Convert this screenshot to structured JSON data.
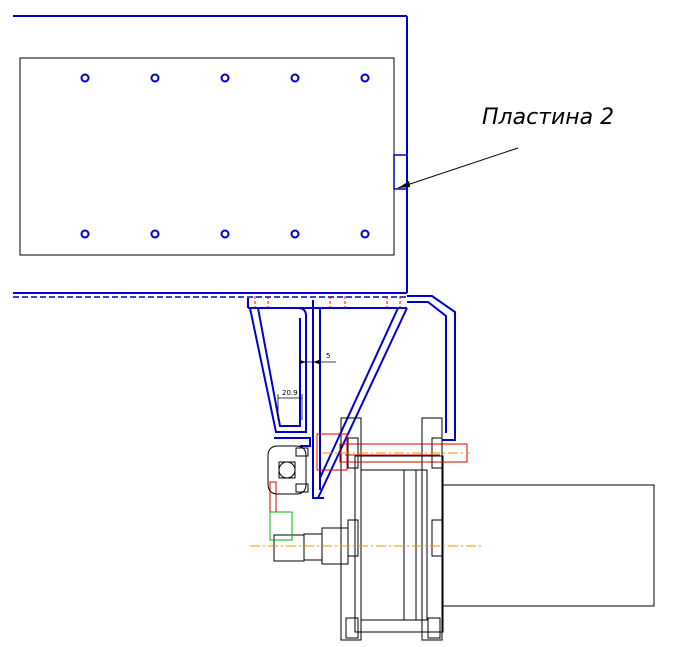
{
  "callout": {
    "label": "Пластина 2"
  },
  "dimensions": {
    "gap": "5",
    "width": "20.9"
  },
  "colors": {
    "outline": "#0000cc",
    "detail": "#000000",
    "highlight": "#e00000",
    "accent": "#00b000",
    "axis": "#ff8c00",
    "hidden": "#ff0000"
  },
  "parts": {
    "plate": "plate-with-bolt-holes",
    "frame": "frame-rail",
    "bracket": "bracket",
    "wheel": "wheel-assembly",
    "motor": "drive-housing"
  }
}
